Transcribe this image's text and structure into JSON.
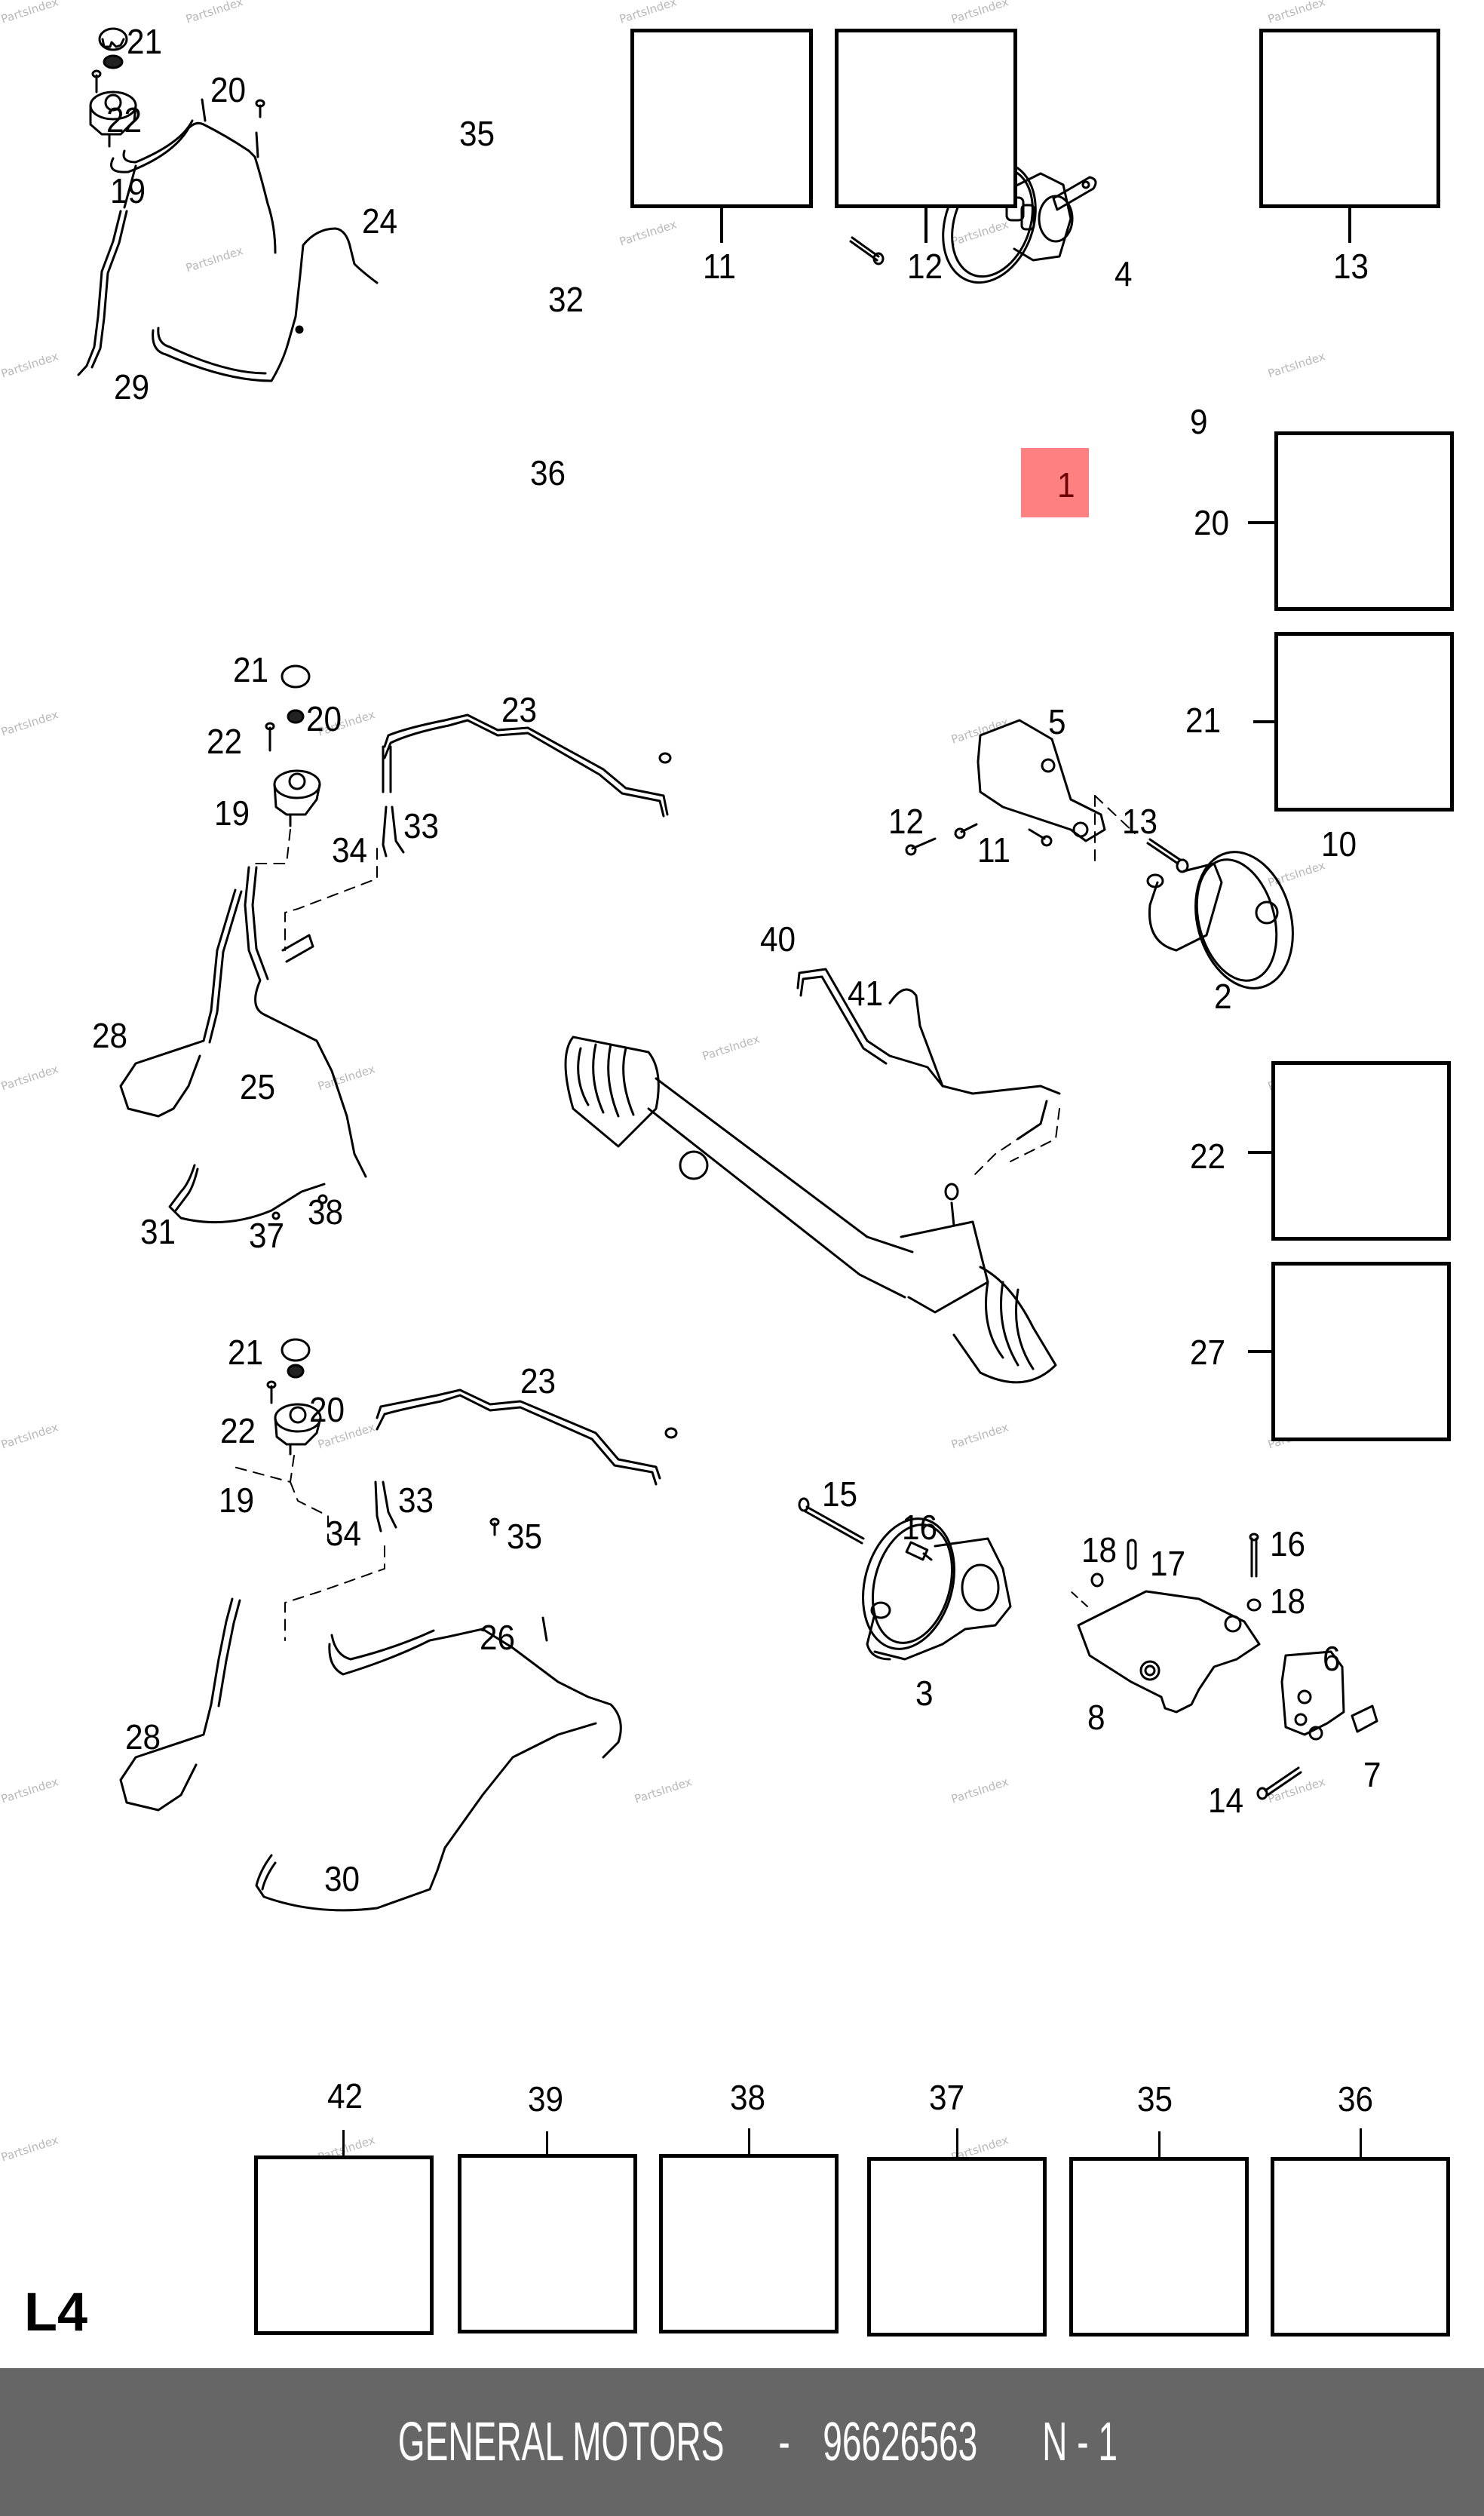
{
  "footer": {
    "brand": "GENERAL MOTORS",
    "separator": "-",
    "part_number": "96626563",
    "position": "N - 1"
  },
  "page_code": "L4",
  "watermark": "PartsIndex",
  "highlight": {
    "label": "1",
    "color": "#ff8080"
  },
  "colors": {
    "footer_bg": "#666666",
    "highlight": "#ff8080",
    "line": "#000000"
  },
  "callouts": {
    "g1_21": "21",
    "g1_20": "20",
    "g1_22": "22",
    "g1_19": "19",
    "g1_35": "35",
    "g1_24": "24",
    "g1_29": "29",
    "g1_32": "32",
    "g1_36": "36",
    "box_11": "11",
    "box_12": "12",
    "box_13": "13",
    "pump_4": "4",
    "pump_9": "9",
    "box_20": "20",
    "box_21": "21",
    "g2_21": "21",
    "g2_20": "20",
    "g2_22": "22",
    "g2_19": "19",
    "g2_23": "23",
    "g2_33": "33",
    "g2_34": "34",
    "g2_28": "28",
    "g2_25": "25",
    "g2_31": "31",
    "g2_37": "37",
    "g2_38": "38",
    "br_5": "5",
    "br_12": "12",
    "br_11": "11",
    "br_13": "13",
    "br_10": "10",
    "br_2": "2",
    "rack_40": "40",
    "rack_41": "41",
    "box_22": "22",
    "box_27": "27",
    "g3_21": "21",
    "g3_20": "20",
    "g3_22": "22",
    "g3_19": "19",
    "g3_23": "23",
    "g3_33": "33",
    "g3_34": "34",
    "g3_35": "35",
    "g3_26": "26",
    "g3_28": "28",
    "g3_30": "30",
    "p3_15": "15",
    "p3_16a": "16",
    "p3_18a": "18",
    "p3_17": "17",
    "p3_16b": "16",
    "p3_18b": "18",
    "p3_6": "6",
    "p3_3": "3",
    "p3_8": "8",
    "p3_7": "7",
    "p3_14": "14",
    "row_42": "42",
    "row_39": "39",
    "row_38": "38",
    "row_37": "37",
    "row_35": "35",
    "row_36": "36"
  }
}
